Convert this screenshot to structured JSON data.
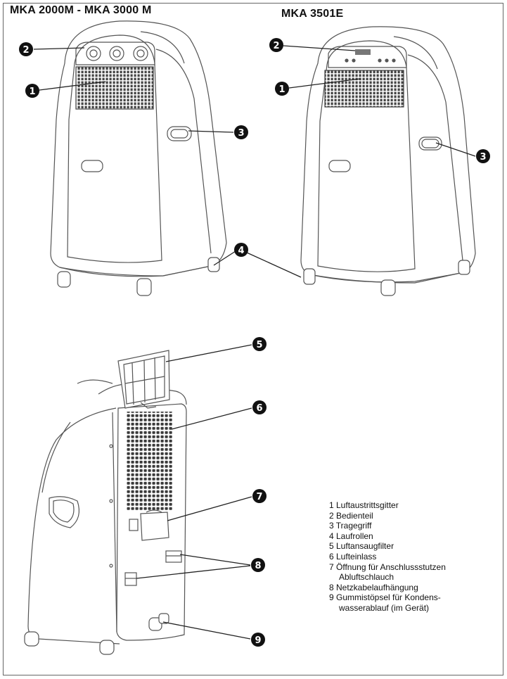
{
  "titles": {
    "left": "MKA 2000M - MKA 3000 M",
    "right": "MKA 3501E"
  },
  "callouts": [
    "1",
    "2",
    "3",
    "4",
    "5",
    "6",
    "7",
    "8",
    "9"
  ],
  "legend": [
    {
      "text": "1 Luftaustrittsgitter"
    },
    {
      "text": "2 Bedienteil"
    },
    {
      "text": "3 Tragegriff"
    },
    {
      "text": "4 Laufrollen"
    },
    {
      "text": "5 Luftansaugfilter"
    },
    {
      "text": "6 Lufteinlass"
    },
    {
      "text": "7 Öffnung für Anschlussstutzen",
      "cont": "Abluftschlauch"
    },
    {
      "text": "8 Netzkabelaufhängung"
    },
    {
      "text": "9 Gummistöpsel für Kondens-",
      "cont": "wasserablauf (im Gerät)"
    }
  ],
  "colors": {
    "outline": "#555555",
    "callout_fill": "#111111",
    "grille": "#444444"
  }
}
